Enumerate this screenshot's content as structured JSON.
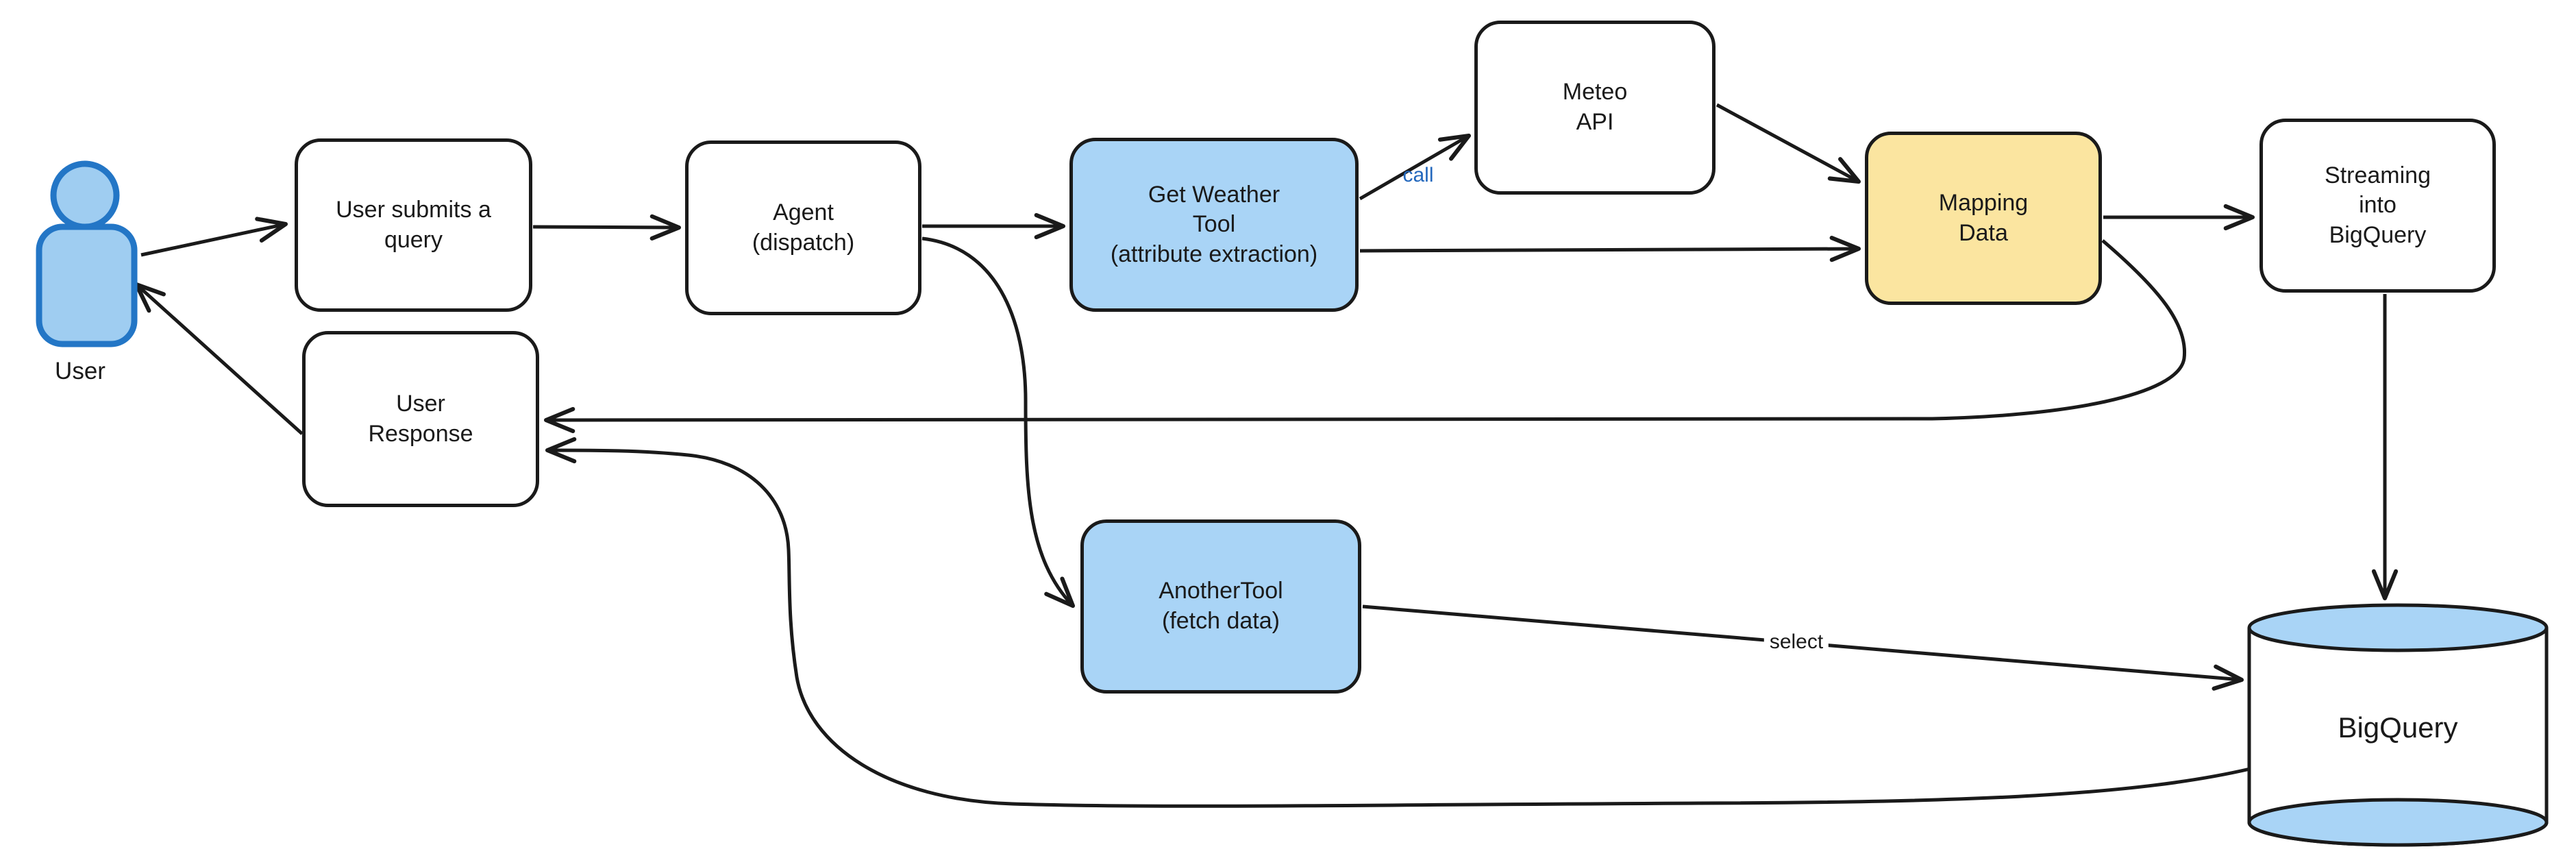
{
  "diagram": {
    "background": "#ffffff",
    "colors": {
      "line": "#1a1a1a",
      "node_blue_fill": "#A9D4F6",
      "node_yellow_fill": "#FBE5A0",
      "node_white_fill": "#ffffff",
      "user_icon_fill": "#9FCDF1",
      "user_icon_stroke": "#2376C6",
      "call_label_color": "#2368BD",
      "cylinder_cap_fill": "#A9D4F6"
    },
    "nodes": {
      "user": {
        "label": "User"
      },
      "user_query": {
        "label": "User submits a\nquery"
      },
      "agent": {
        "label": "Agent\n(dispatch)"
      },
      "get_weather": {
        "label": "Get Weather\nTool\n(attribute extraction)"
      },
      "meteo": {
        "label": "Meteo\nAPI"
      },
      "mapping": {
        "label": "Mapping\nData"
      },
      "streaming": {
        "label": "Streaming\ninto\nBigQuery"
      },
      "user_response": {
        "label": "User\nResponse"
      },
      "another_tool": {
        "label": "AnotherTool\n(fetch data)"
      },
      "bigquery": {
        "label": "BigQuery"
      }
    },
    "edge_labels": {
      "call": "call",
      "select": "select"
    }
  }
}
